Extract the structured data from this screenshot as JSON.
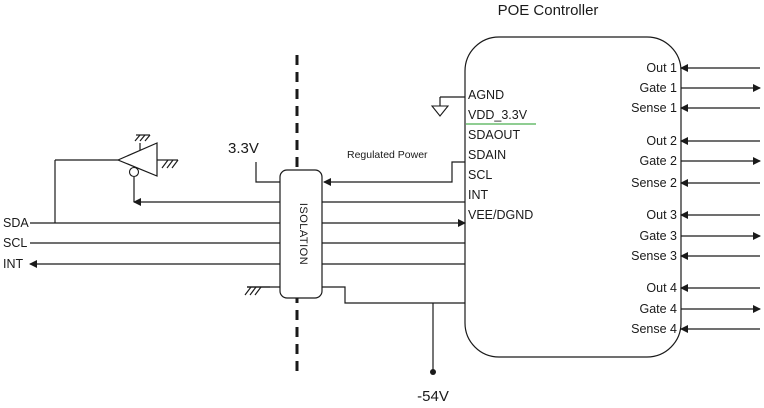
{
  "controller": {
    "title": "POE Controller",
    "left_pins": [
      "AGND",
      "VDD_3.3V",
      "SDAOUT",
      "SDAIN",
      "SCL",
      "INT",
      "VEE/DGND"
    ],
    "right_pins": [
      {
        "label": "Out 1",
        "dir": "in"
      },
      {
        "label": "Gate 1",
        "dir": "out"
      },
      {
        "label": "Sense 1",
        "dir": "in"
      },
      {
        "label": "Out 2",
        "dir": "in"
      },
      {
        "label": "Gate 2",
        "dir": "out"
      },
      {
        "label": "Sense 2",
        "dir": "in"
      },
      {
        "label": "Out 3",
        "dir": "in"
      },
      {
        "label": "Gate 3",
        "dir": "out"
      },
      {
        "label": "Sense 3",
        "dir": "in"
      },
      {
        "label": "Out 4",
        "dir": "in"
      },
      {
        "label": "Gate 4",
        "dir": "out"
      },
      {
        "label": "Sense 4",
        "dir": "in"
      }
    ]
  },
  "isolation": {
    "label": "ISOLATION"
  },
  "supply": {
    "v33": "3.3V",
    "v54": "-54V",
    "regulated": "Regulated Power"
  },
  "bus": {
    "sda": "SDA",
    "scl": "SCL",
    "int": "INT"
  },
  "colors": {
    "vdd_underline": "#4caf50",
    "line": "#1a1a1a"
  }
}
